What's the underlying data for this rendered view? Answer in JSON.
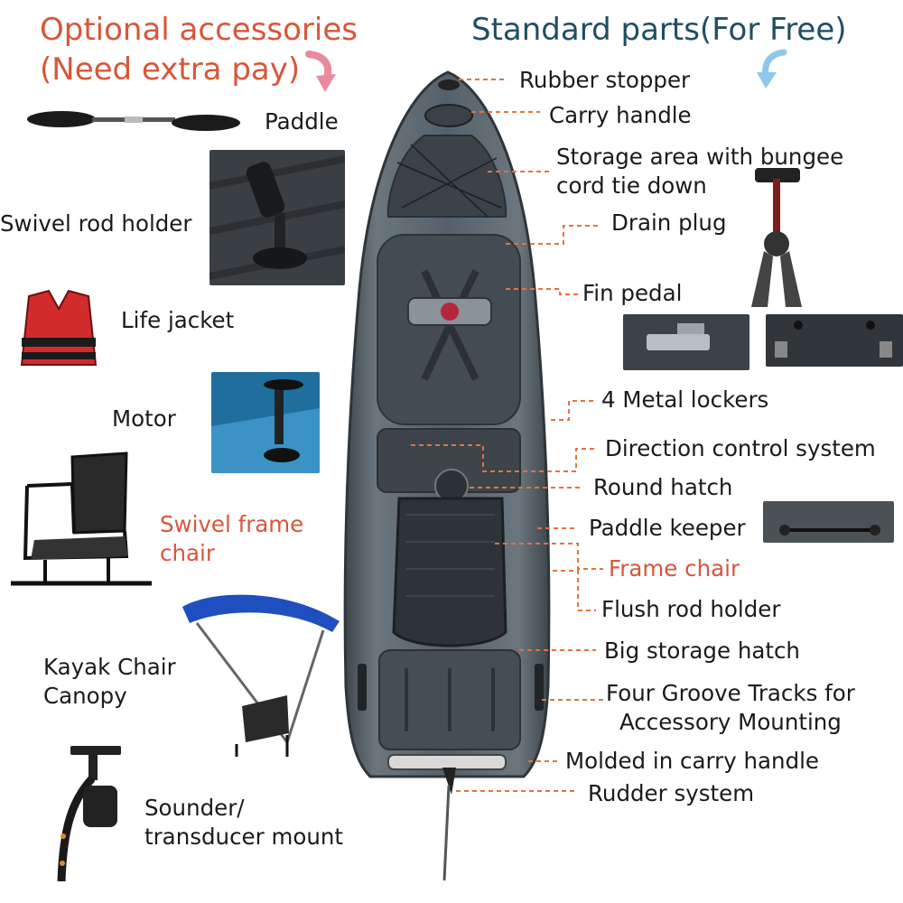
{
  "headers": {
    "optional_line1": "Optional accessories",
    "optional_line2": "(Need extra pay)",
    "standard": "Standard parts(For Free)"
  },
  "optional_accessories": [
    {
      "lines": [
        "Paddle"
      ]
    },
    {
      "lines": [
        "Swivel rod holder"
      ]
    },
    {
      "lines": [
        "Life jacket"
      ]
    },
    {
      "lines": [
        "Motor"
      ]
    },
    {
      "lines": [
        "Swivel frame",
        "chair"
      ]
    },
    {
      "lines": [
        "Kayak Chair",
        "Canopy"
      ]
    },
    {
      "lines": [
        "Sounder/",
        "transducer mount"
      ]
    }
  ],
  "standard_parts": [
    {
      "lines": [
        "Rubber stopper"
      ]
    },
    {
      "lines": [
        "Carry handle"
      ]
    },
    {
      "lines": [
        "Storage area with bungee",
        "cord tie down"
      ]
    },
    {
      "lines": [
        "Drain plug"
      ]
    },
    {
      "lines": [
        "Fin pedal"
      ]
    },
    {
      "lines": [
        "4 Metal lockers"
      ]
    },
    {
      "lines": [
        "Direction control system"
      ]
    },
    {
      "lines": [
        "Round hatch"
      ]
    },
    {
      "lines": [
        "Paddle keeper"
      ]
    },
    {
      "lines": [
        "Frame chair"
      ]
    },
    {
      "lines": [
        "Flush rod holder"
      ]
    },
    {
      "lines": [
        "Big storage hatch"
      ]
    },
    {
      "lines": [
        "Four Groove Tracks for",
        "Accessory Mounting"
      ]
    },
    {
      "lines": [
        "Molded in carry handle"
      ]
    },
    {
      "lines": [
        "Rudder system"
      ]
    }
  ],
  "colors": {
    "accent_orange": "#d9553a",
    "heading_teal": "#1f4e63",
    "arrow_blue": "#8fc7ec",
    "arrow_pink": "#e88aa0",
    "hull_gray": "#5d6870",
    "leader_line": "#e2733f"
  },
  "icons": [
    "paddle-icon",
    "swivel-rod-holder-photo",
    "life-jacket-icon",
    "motor-photo",
    "swivel-chair-icon",
    "canopy-icon",
    "sounder-mount-icon",
    "fin-pedal-photo",
    "metal-locker-photo",
    "paddle-keeper-photo",
    "kayak-top-view"
  ]
}
